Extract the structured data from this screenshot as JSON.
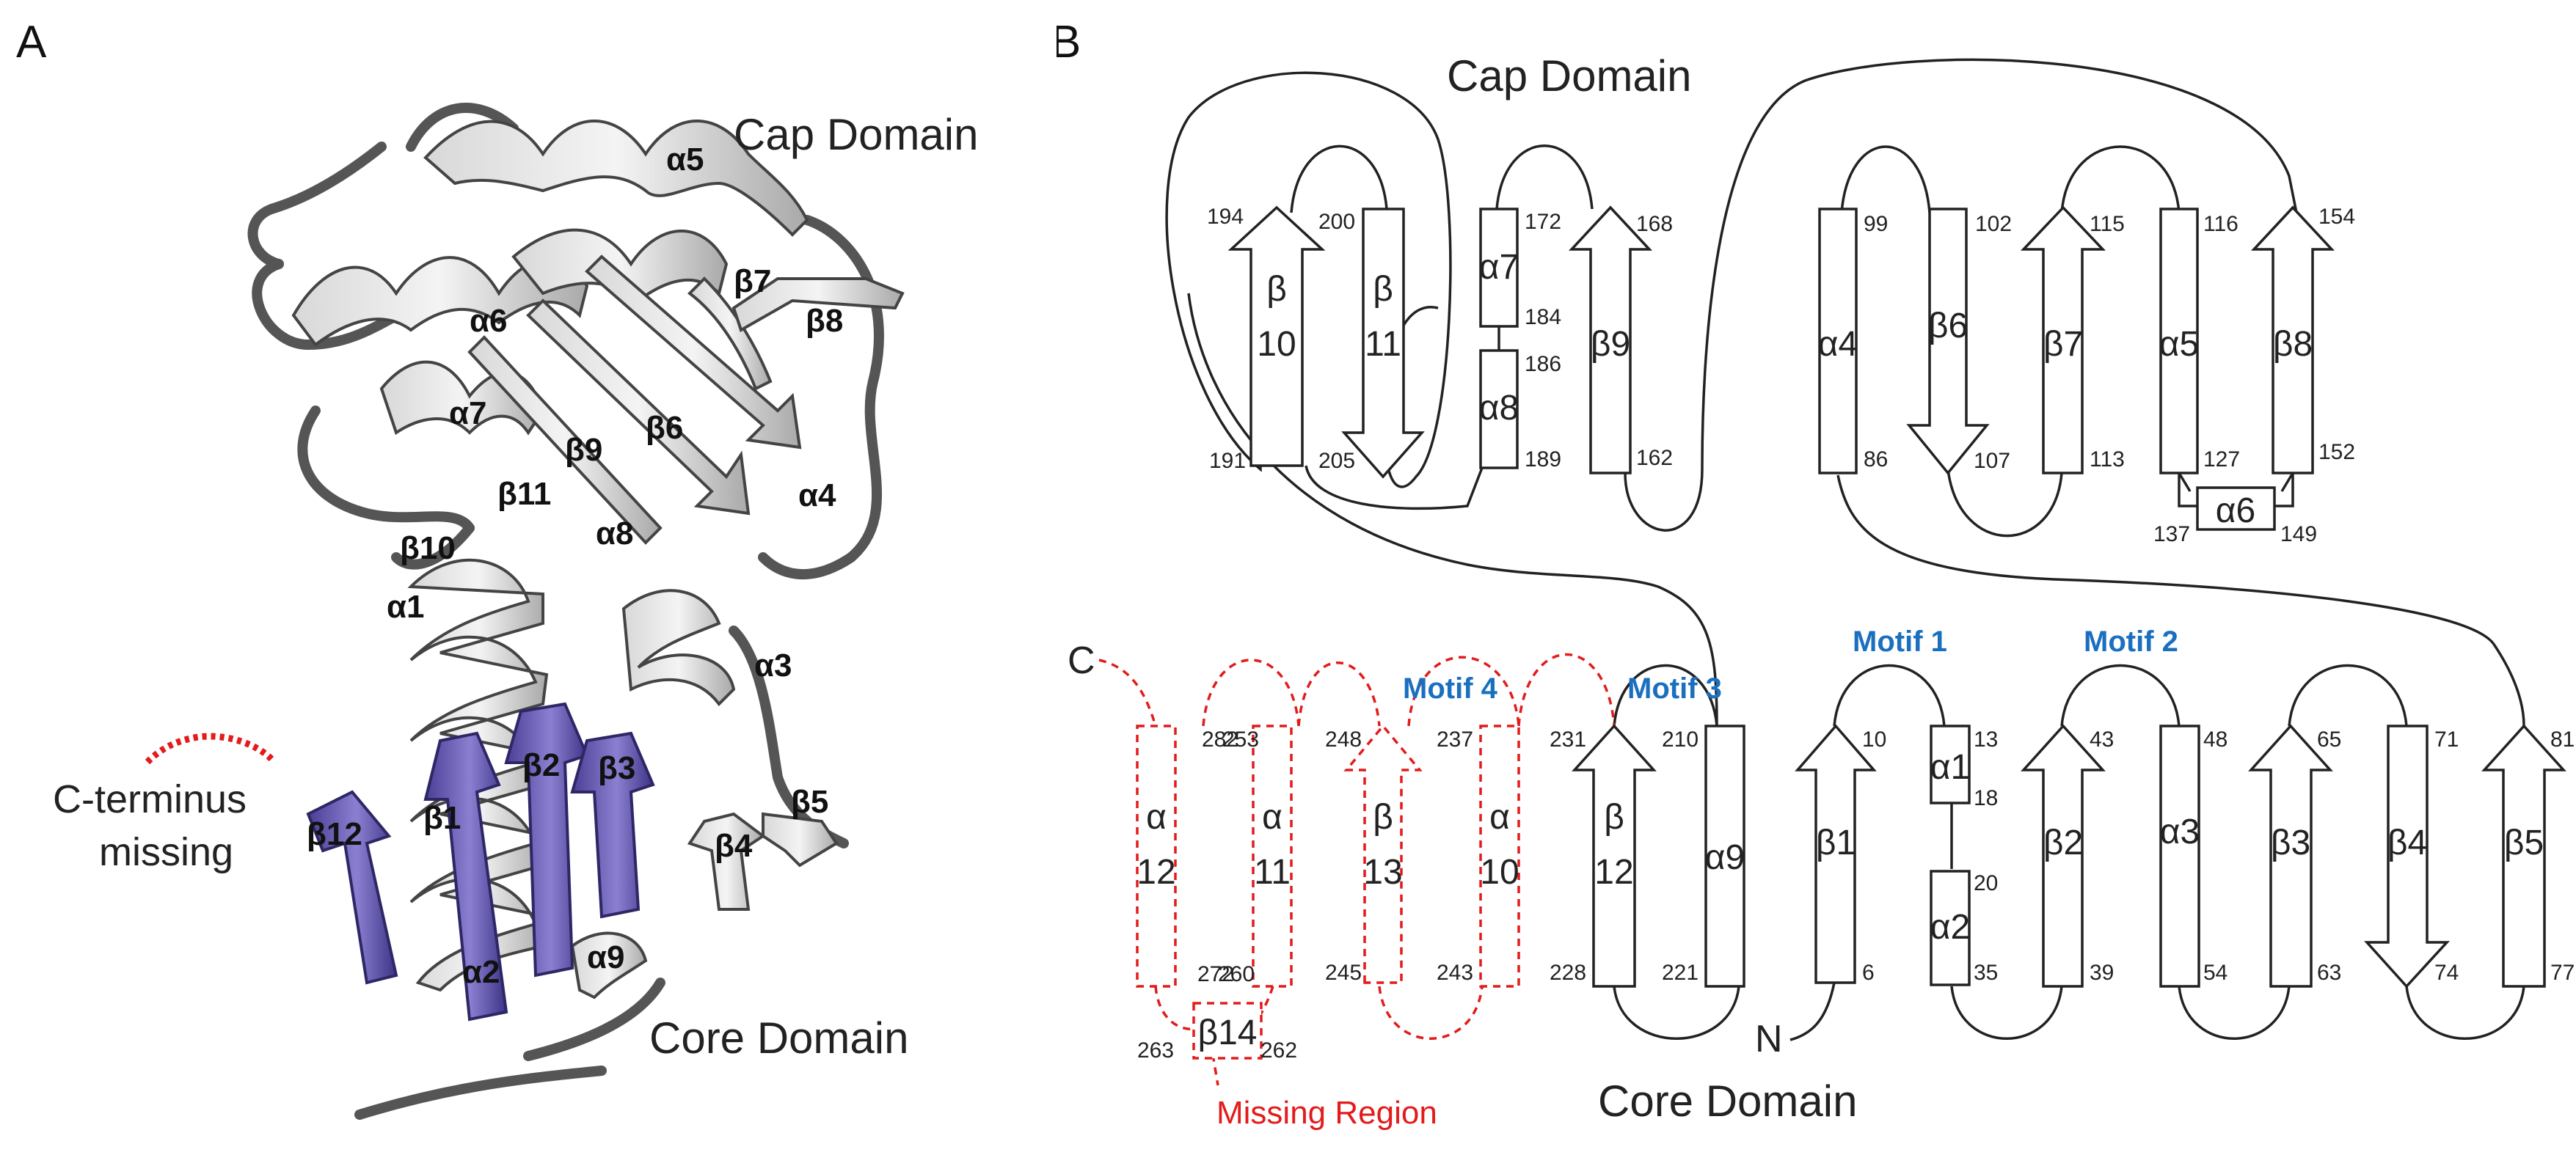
{
  "panel_a": {
    "letter": "A",
    "cap_domain": "Cap Domain",
    "core_domain": "Core Domain",
    "c_term_line1": "C-terminus",
    "c_term_line2": "missing",
    "labels": {
      "a5": "α5",
      "a6": "α6",
      "a7": "α7",
      "b7": "β7",
      "b8": "β8",
      "b9": "β9",
      "b6": "β6",
      "a4": "α4",
      "b11": "β11",
      "b10": "β10",
      "a8": "α8",
      "a1": "α1",
      "a3": "α3",
      "b2": "β2",
      "b3": "β3",
      "b5": "β5",
      "b12": "β12",
      "b1": "β1",
      "b4": "β4",
      "a2": "α2",
      "a9": "α9"
    }
  },
  "panel_b": {
    "letter": "B",
    "cap_domain": "Cap Domain",
    "core_domain": "Core Domain",
    "missing_region": "Missing Region",
    "c_label": "C",
    "n_label": "N",
    "motifs": {
      "m1": "Motif 1",
      "m2": "Motif 2",
      "m3": "Motif 3",
      "m4": "Motif 4"
    },
    "elements": {
      "b10a": "β",
      "b10b": "10",
      "b11a": "β",
      "b11b": "11",
      "a7": "α7",
      "a8": "α8",
      "b9": "β9",
      "a4": "α4",
      "b6": "β6",
      "b7": "β7",
      "a5": "α5",
      "b8": "β8",
      "a6": "α6",
      "a12a": "α",
      "a12b": "12",
      "a11a": "α",
      "a11b": "11",
      "b13a": "β",
      "b13b": "13",
      "a10a": "α",
      "a10b": "10",
      "b14": "β14",
      "b12a": "β",
      "b12b": "12",
      "a9": "α9",
      "b1": "β1",
      "a1": "α1",
      "a2": "α2",
      "b2": "β2",
      "a3": "α3",
      "b3": "β3",
      "b4": "β4",
      "b5": "β5"
    },
    "numbers": {
      "n194": "194",
      "n191": "191",
      "n200": "200",
      "n205": "205",
      "n172": "172",
      "n184": "184",
      "n186": "186",
      "n189": "189",
      "n168": "168",
      "n162": "162",
      "n99": "99",
      "n86": "86",
      "n102": "102",
      "n107": "107",
      "n115": "115",
      "n113": "113",
      "n116": "116",
      "n127": "127",
      "n154": "154",
      "n152": "152",
      "n137": "137",
      "n149": "149",
      "n282": "282",
      "n253": "253",
      "n272": "272",
      "n260": "260",
      "n248": "248",
      "n245": "245",
      "n237": "237",
      "n243": "243",
      "n263": "263",
      "n262": "262",
      "n231": "231",
      "n228": "228",
      "n210": "210",
      "n221": "221",
      "n10": "10",
      "n6": "6",
      "n13": "13",
      "n18": "18",
      "n20": "20",
      "n35": "35",
      "n43": "43",
      "n39": "39",
      "n48": "48",
      "n54": "54",
      "n65": "65",
      "n63": "63",
      "n71": "71",
      "n74": "74",
      "n81": "81",
      "n77": "77"
    },
    "colors": {
      "missing": "#e31b1b",
      "motif": "#1a6fbf",
      "line": "#222222"
    }
  }
}
